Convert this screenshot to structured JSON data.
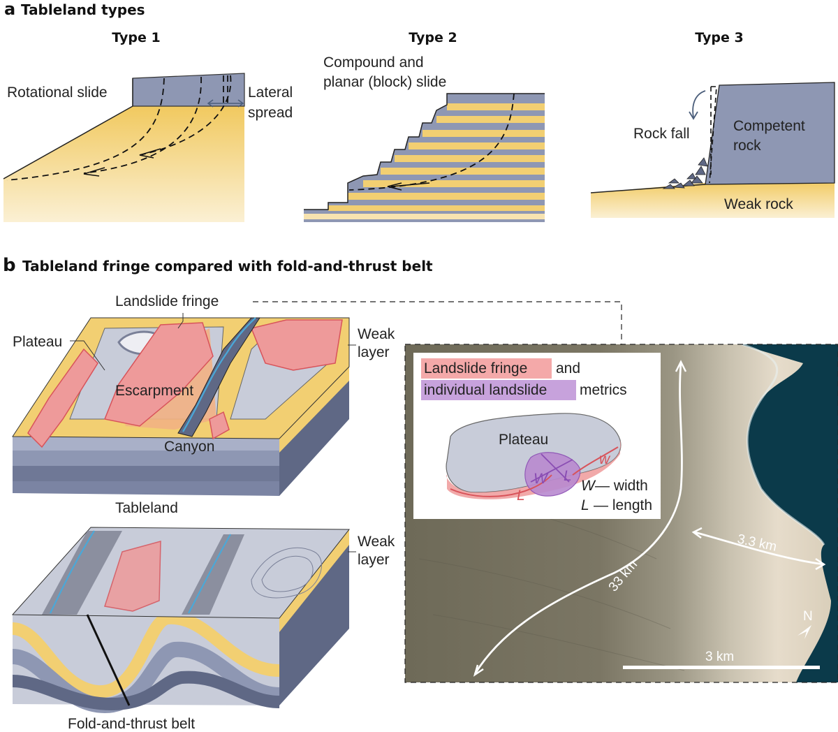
{
  "colors": {
    "sand": "#f2cf72",
    "sand_light": "#f7e3b0",
    "rock": "#8e97b3",
    "rock_dark": "#5f6885",
    "plateau": "#c8ccd9",
    "landslide": "#ee9a9a",
    "landslide_edge": "#d8535a",
    "metric": "#b98ad0",
    "metric_edge": "#8a4db3",
    "escarp": "#f2b183",
    "river": "#4aa8d8"
  },
  "panel_a": {
    "letter": "a",
    "title": "Tableland types",
    "type1": {
      "heading": "Type 1",
      "rotational": "Rotational slide",
      "lateral_1": "Lateral",
      "lateral_2": "spread"
    },
    "type2": {
      "heading": "Type 2",
      "compound_1": "Compound and",
      "compound_2": "planar (block) slide"
    },
    "type3": {
      "heading": "Type 3",
      "rockfall": "Rock fall",
      "competent_1": "Competent",
      "competent_2": "rock",
      "weak": "Weak rock"
    }
  },
  "panel_b": {
    "letter": "b",
    "title": "Tableland fringe compared with fold-and-thrust belt",
    "landslide_fringe": "Landslide fringe",
    "plateau": "Plateau",
    "escarpment": "Escarpment",
    "canyon": "Canyon",
    "weak_layer_1": "Weak",
    "weak_layer_2": "layer",
    "tableland": "Tableland",
    "fold_belt": "Fold-and-thrust belt",
    "inset": {
      "fringe_label": "Landslide fringe",
      "and": "and",
      "individual_label": "individual landslide",
      "metrics": "metrics",
      "plateau": "Plateau",
      "W_upper": "W",
      "w_lower": "w",
      "L_upper": "L",
      "l_lower": "L",
      "W_def_sym": "W",
      "W_def": "— width",
      "L_def_sym": "L",
      "L_def": "— length"
    },
    "photo": {
      "dist_33": "33 km",
      "dist_3_3": "3.3 km",
      "scale": "3 km",
      "north": "N"
    }
  }
}
